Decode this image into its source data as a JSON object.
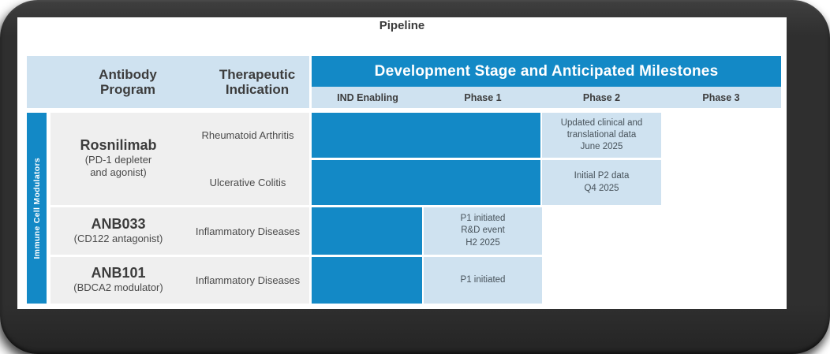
{
  "title": "Pipeline",
  "colors": {
    "accent_blue": "#1389c6",
    "light_blue": "#cfe2f0",
    "row_gray": "#efefef",
    "frame_dark": "#2f2f2f",
    "text_dark": "#3c3c3c",
    "text_milestone": "#47525a"
  },
  "table": {
    "col_antibody": "Antibody\nProgram",
    "col_therapeutic": "Therapeutic\nIndication",
    "stage_title": "Development Stage and Anticipated Milestones",
    "phases": [
      "IND Enabling",
      "Phase 1",
      "Phase 2",
      "Phase 3"
    ],
    "group": "Immune Cell Modulators"
  },
  "programs": [
    {
      "name": "Rosnilimab",
      "sub": "(PD-1 depleter\nand agonist)"
    },
    {
      "name": "ANB033",
      "sub": "(CD122 antagonist)"
    },
    {
      "name": "ANB101",
      "sub": "(BDCA2 modulator)"
    }
  ],
  "rows": [
    {
      "indication": "Rheumatoid Arthritis",
      "milestone": "Updated clinical and\ntranslational data\nJune 2025"
    },
    {
      "indication": "Ulcerative Colitis",
      "milestone": "Initial P2 data\nQ4 2025"
    },
    {
      "indication": "Inflammatory Diseases",
      "milestone": "P1 initiated\nR&D event\nH2 2025"
    },
    {
      "indication": "Inflammatory Diseases",
      "milestone": "P1 initiated"
    }
  ],
  "chart_data": {
    "type": "table",
    "title": "Pipeline",
    "group": "Immune Cell Modulators",
    "stage_columns": [
      "IND Enabling",
      "Phase 1",
      "Phase 2",
      "Phase 3"
    ],
    "rows": [
      {
        "program": "Rosnilimab",
        "mechanism": "PD-1 depleter and agonist",
        "indication": "Rheumatoid Arthritis",
        "bar_through": "Phase 1",
        "milestone_phase": "Phase 2",
        "milestone": "Updated clinical and translational data June 2025"
      },
      {
        "program": "Rosnilimab",
        "mechanism": "PD-1 depleter and agonist",
        "indication": "Ulcerative Colitis",
        "bar_through": "Phase 1",
        "milestone_phase": "Phase 2",
        "milestone": "Initial P2 data Q4 2025"
      },
      {
        "program": "ANB033",
        "mechanism": "CD122 antagonist",
        "indication": "Inflammatory Diseases",
        "bar_through": "IND Enabling",
        "milestone_phase": "Phase 1",
        "milestone": "P1 initiated R&D event H2 2025"
      },
      {
        "program": "ANB101",
        "mechanism": "BDCA2 modulator",
        "indication": "Inflammatory Diseases",
        "bar_through": "IND Enabling",
        "milestone_phase": "Phase 1",
        "milestone": "P1 initiated"
      }
    ]
  }
}
